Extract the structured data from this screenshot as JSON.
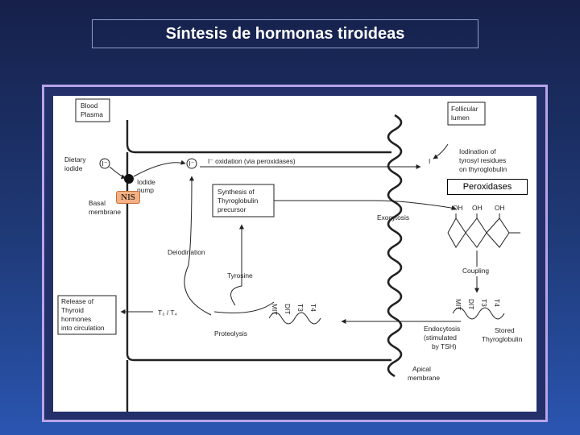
{
  "slide": {
    "title": "Síntesis de hormonas tiroideas"
  },
  "diagram": {
    "blood_plasma": [
      "Blood",
      "Plasma"
    ],
    "follicular_lumen": [
      "Follicular",
      "lumen"
    ],
    "dietary_iodide": [
      "Dietary",
      "iodide"
    ],
    "iodide_ion": "I⁻",
    "iodide_ion2": "I⁻",
    "iodide_pump": [
      "Iodide",
      "pump"
    ],
    "basal_membrane": [
      "Basal",
      "membrane"
    ],
    "oxidation": "I⁻ oxidation (via peroxidases)",
    "iodine": "I",
    "iodination": [
      "Iodination of",
      "tyrosyl residues",
      "on thyroglobulin"
    ],
    "synthesis": [
      "Synthesis of",
      "Thyroglobulin",
      "precursor"
    ],
    "exocytosis": "Exocytosis",
    "oh": [
      "OH",
      "OH",
      "OH"
    ],
    "coupling": "Coupling",
    "deiodination": "Deiodination",
    "tyrosine": "Tyrosine",
    "release": [
      "Release of",
      "Thyroid",
      "hormones",
      "into circulation"
    ],
    "t3t4": "T₃ / T₄",
    "labels_mit_dit": [
      "MIT",
      "DIT",
      "T3",
      "T4"
    ],
    "proteolysis": "Proteolysis",
    "endocytosis": [
      "Endocytosis",
      "(stimulated",
      "by TSH)"
    ],
    "stored": [
      "Stored",
      "Thyroglobulin"
    ],
    "apical_membrane": [
      "Apical",
      "membrane"
    ],
    "nis": "NIS",
    "peroxidases": "Peroxidases"
  }
}
